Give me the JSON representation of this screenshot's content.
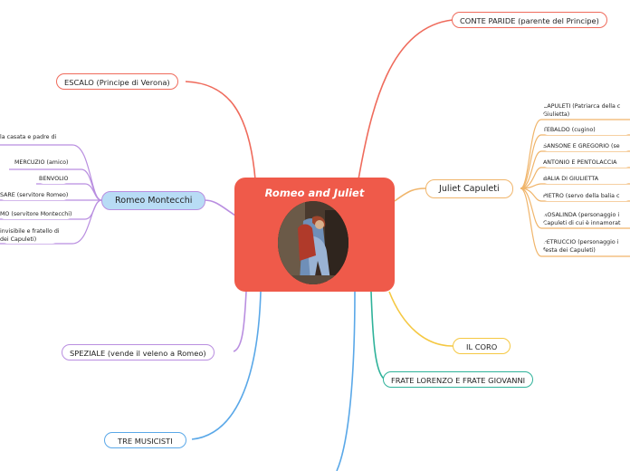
{
  "central": {
    "title": "Romeo and Juliet",
    "image": "painting-kiss-image"
  },
  "branches": {
    "conte_paride": "CONTE PARIDE (parente del Principe)",
    "escalo": "ESCALO (Principe di Verona)",
    "romeo": "Romeo Montecchi",
    "juliet": "Juliet Capuleti",
    "il_coro": "IL CORO",
    "frate": "FRATE LORENZO E FRATE GIOVANNI",
    "speziale": "SPEZIALE (vende il veleno a Romeo)",
    "tre_musicisti": "TRE MUSICISTI"
  },
  "romeo_children": [
    "la casata e padre di",
    "MERCUZIO (amico)",
    "BENVOLIO",
    "SARE (servitore Romeo)",
    "MO (servitore Montecchi)",
    "invisibile e fratello di",
    "dei Capuleti)"
  ],
  "juliet_children": [
    "CAPULETI (Patriarca della c",
    "Giulietta)",
    "TEBALDO (cugino)",
    "SANSONE E GREGORIO (se",
    "ANTONIO E PENTOLACCIA",
    "BALIA DI GIULIETTA",
    "PIETRO (servo della balia c",
    "ROSALINDA (personaggio i",
    "Capuleti di cui è innamorat",
    "PETRUCCIO (personaggio i",
    "festa dei Capuleti)"
  ],
  "colors": {
    "central": "#ef5a4a",
    "red": "#ef6b5c",
    "purple": "#b98ee0",
    "blue": "#5aa8e8",
    "yellow": "#f5c842",
    "orange": "#f0b56b",
    "teal": "#2fb29a",
    "romeo_fill": "#b8dcf5"
  }
}
